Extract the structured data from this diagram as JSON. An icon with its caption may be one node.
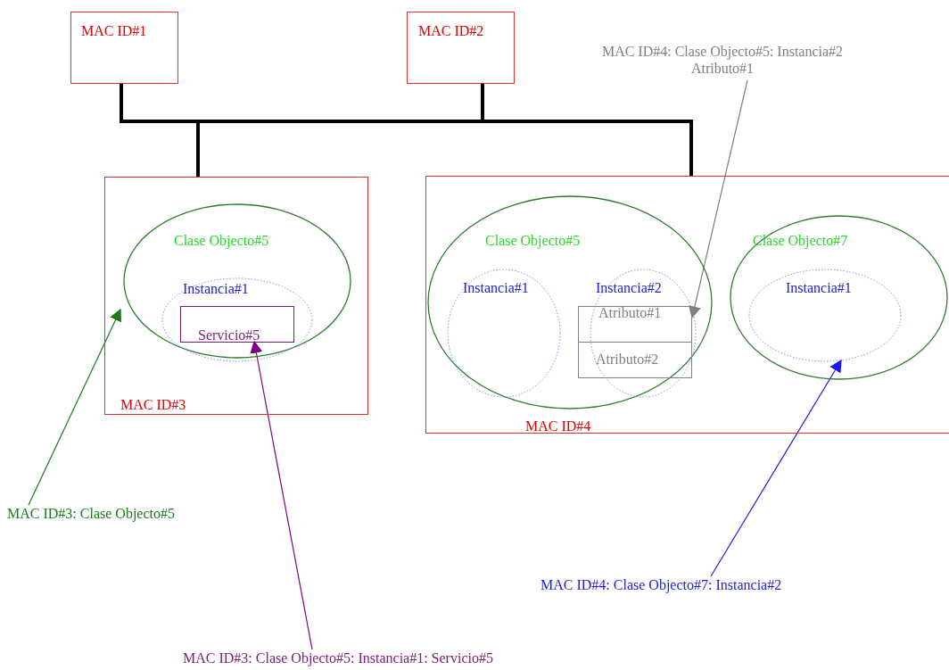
{
  "diagram": {
    "nodes": [
      {
        "text": [
          "MAC ID#1"
        ]
      },
      {
        "text": [
          "MAC ID#2"
        ]
      },
      {
        "text": [
          "MAC ID#3"
        ]
      },
      {
        "text": [
          "Clase Objecto#5"
        ],
        "in": 2
      },
      {
        "text": [
          "Instancia#1"
        ],
        "in": 3
      },
      {
        "text": [
          "Servicio#5"
        ],
        "in": 4
      },
      {
        "text": [
          "MAC ID#4"
        ]
      },
      {
        "text": [
          "Clase Objecto#5"
        ],
        "in": 6
      },
      {
        "text": [
          "Instancia#1"
        ],
        "in": 7
      },
      {
        "text": [
          "Instancia#2"
        ],
        "in": 7
      },
      {
        "text": [
          "Atributo#1"
        ],
        "in": 7
      },
      {
        "text": [
          "Atributo#2"
        ],
        "in": 7
      },
      {
        "text": [
          "Clase Objecto#7"
        ],
        "in": 6
      },
      {
        "text": [
          "Instancia#1"
        ],
        "in": 12
      },
      {
        "text": [
          "MAC ID#4: Clase Objecto#5: Instancia#2 Atributo#1"
        ]
      },
      {
        "text": [
          "MAC ID#3: Clase Objecto#5"
        ]
      },
      {
        "text": [
          "MAC ID#3: Clase Objecto#5: Instancia#1: Servicio#5"
        ]
      },
      {
        "text": [
          "MAC ID#4: Clase Objecto#7: Instancia#2"
        ]
      }
    ],
    "edges": [
      {
        "from": 0,
        "to": 2,
        "arrow": "none",
        "style": "thick",
        "color": "#000000"
      },
      {
        "from": 0,
        "to": 6,
        "arrow": "none",
        "style": "thick",
        "color": "#000000"
      },
      {
        "from": 1,
        "to": 2,
        "arrow": "none",
        "style": "thick",
        "color": "#000000"
      },
      {
        "from": 1,
        "to": 6,
        "arrow": "none",
        "style": "thick",
        "color": "#000000"
      },
      {
        "from": 14,
        "to": 10,
        "arrow": "to",
        "color": "#808080"
      },
      {
        "from": 15,
        "to": 3,
        "arrow": "to",
        "color": "#1a7a1a"
      },
      {
        "from": 16,
        "to": 5,
        "arrow": "to",
        "color": "#800080"
      },
      {
        "from": 17,
        "to": 13,
        "arrow": "to",
        "color": "#1a1ae6"
      }
    ]
  }
}
